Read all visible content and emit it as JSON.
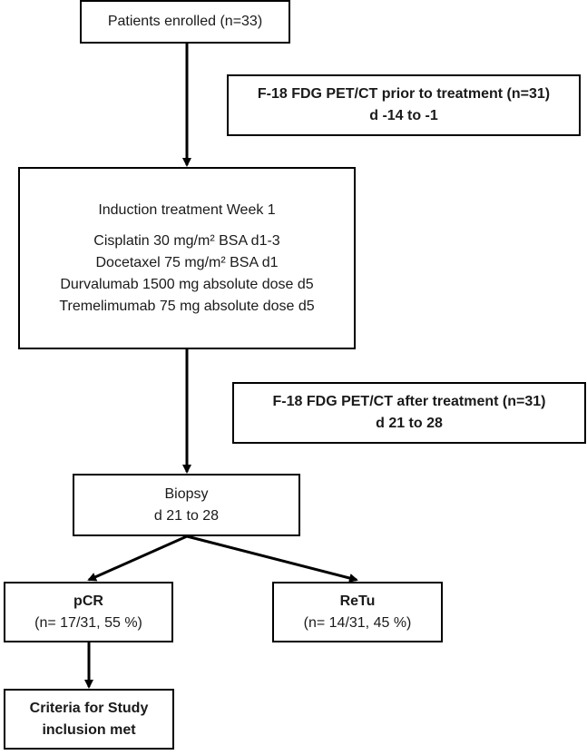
{
  "nodes": {
    "enrolled": {
      "text": "Patients enrolled (n=33)"
    },
    "pet_prior": {
      "line1": "F-18 FDG PET/CT prior to treatment (n=31)",
      "line2": "d -14 to -1"
    },
    "induction": {
      "title": "Induction treatment Week 1",
      "drugs": [
        "Cisplatin 30 mg/m² BSA d1-3",
        "Docetaxel 75 mg/m² BSA d1",
        "Durvalumab 1500 mg absolute dose d5",
        "Tremelimumab 75 mg absolute dose d5"
      ]
    },
    "pet_after": {
      "line1": "F-18 FDG PET/CT after treatment (n=31)",
      "line2": "d 21 to 28"
    },
    "biopsy": {
      "line1": "Biopsy",
      "line2": "d 21 to 28"
    },
    "pcr": {
      "label": "pCR",
      "detail": "(n= 17/31, 55 %)"
    },
    "retu": {
      "label": "ReTu",
      "detail": "(n= 14/31, 45 %)"
    },
    "criteria": {
      "line1": "Criteria for Study",
      "line2": "inclusion met"
    }
  }
}
